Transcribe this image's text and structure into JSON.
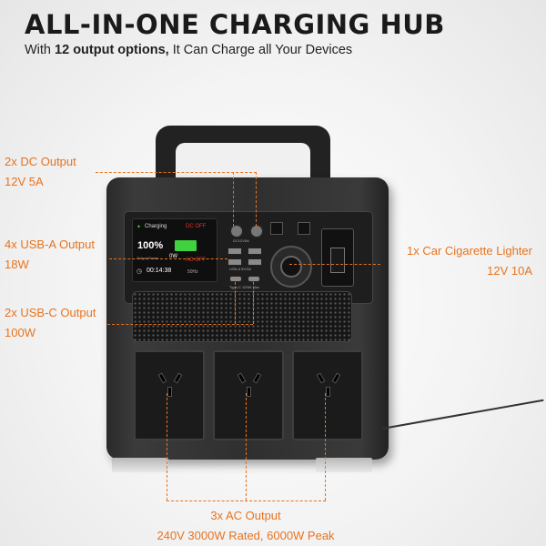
{
  "header": {
    "title": "ALL-IN-ONE CHARGING HUB",
    "subtitle_prefix": "With ",
    "subtitle_bold": "12 output options,",
    "subtitle_suffix": " It Can Charge all Your Devices"
  },
  "callouts": {
    "dc": {
      "line1": "2x DC Output",
      "line2": "12V 5A"
    },
    "usba": {
      "line1": "4x USB-A Output",
      "line2": "18W"
    },
    "usbc": {
      "line1": "2x USB-C Output",
      "line2": "100W"
    },
    "car": {
      "line1": "1x Car Cigarette Lighter",
      "line2": "12V 10A"
    },
    "ac": {
      "line1": "3x AC Output",
      "line2": "240V 3000W Rated, 6000W Peak"
    }
  },
  "display": {
    "status": "Charging",
    "dc_state": "DC OFF",
    "battery": "100%",
    "output_power_label": "Output Power",
    "output_power": "0W",
    "time": "00:14:38",
    "freq": "50Hz",
    "ac_state": "AC OFF"
  },
  "panel_labels": {
    "dc": "DC12V5A",
    "usba": "USB-A 5V/3A",
    "usbc": "Type-C 100W Max"
  },
  "colors": {
    "accent": "#e8731e",
    "battery_green": "#3fd13f",
    "alert_red": "#e0342b"
  }
}
